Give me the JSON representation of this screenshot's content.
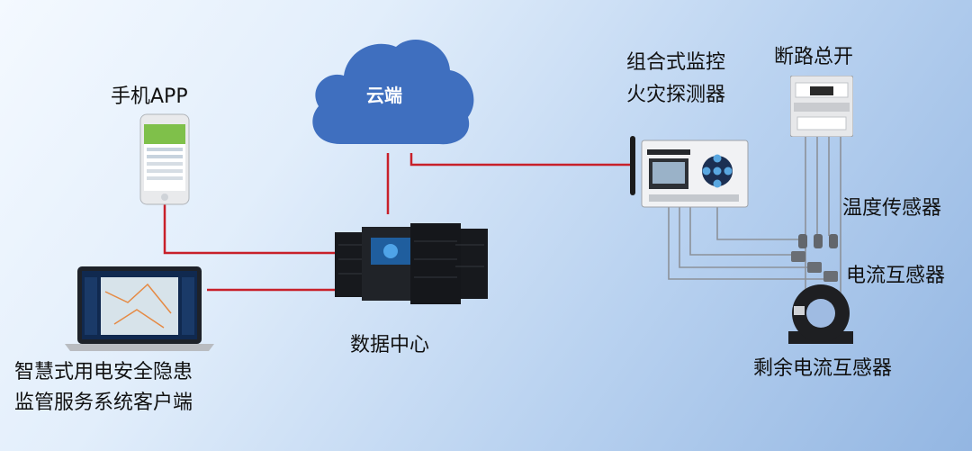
{
  "cloud": {
    "label": "云端"
  },
  "phone": {
    "label": "手机APP"
  },
  "client": {
    "line1": "智慧式用电安全隐患",
    "line2": "监管服务系统客户端"
  },
  "datacenter": {
    "label": "数据中心"
  },
  "detector": {
    "line1": "组合式监控",
    "line2": "火灾探测器"
  },
  "breaker": {
    "label": "断路总开"
  },
  "temp_sensor": {
    "label": "温度传感器"
  },
  "current_transformer": {
    "label": "电流互感器"
  },
  "residual_transformer": {
    "label": "剩余电流互感器"
  },
  "colors": {
    "link": "#c8202a",
    "cloud": "#3f6fbf",
    "wire": "#8a8f96"
  }
}
